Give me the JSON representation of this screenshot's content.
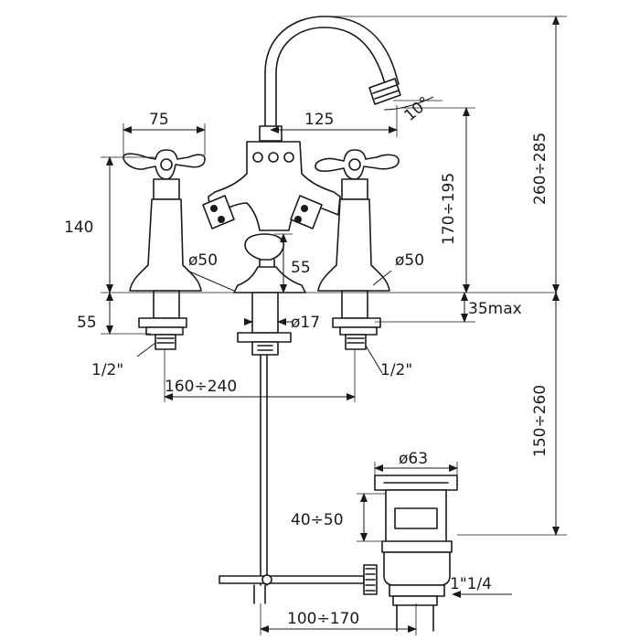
{
  "dimensions": {
    "handle_width": "75",
    "spout_reach": "125",
    "spout_angle": "10°",
    "body_height": "140",
    "spout_height": "170÷195",
    "total_height": "260÷285",
    "base_diameter_center": "ø50",
    "base_diameter_right": "ø50",
    "center_base_height": "55",
    "shank_length": "55",
    "deck_thickness": "35max",
    "shank_diameter": "ø17",
    "thread_left": "1/2\"",
    "thread_right": "1/2\"",
    "tap_centers": "160÷240",
    "waste_depth": "150÷260",
    "waste_diameter": "ø63",
    "waste_body": "40÷50",
    "waste_outlet": "1\"1/4",
    "rod_reach": "100÷170"
  },
  "colors": {
    "line": "#1a1a1a",
    "background": "#ffffff"
  }
}
